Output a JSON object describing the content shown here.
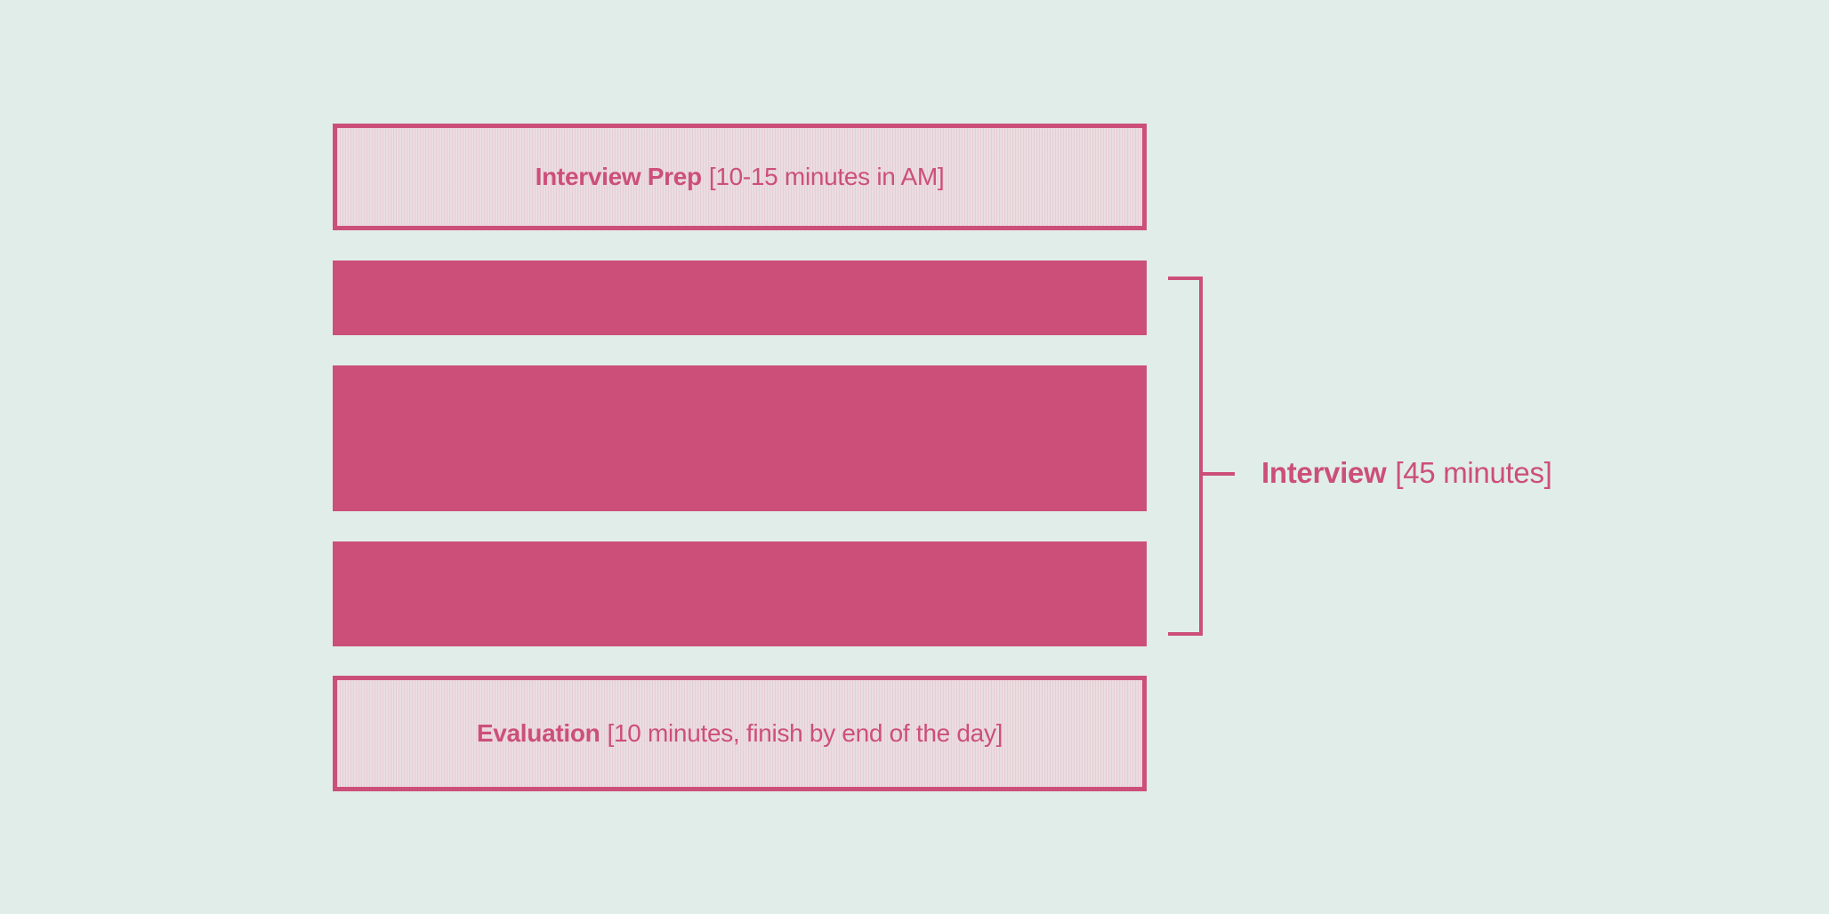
{
  "colors": {
    "background": "#e1ede8",
    "accent": "#cc4f7a",
    "box_fill": "#eadde1"
  },
  "prep": {
    "title": "Interview Prep",
    "detail": "[10-15 minutes in AM]"
  },
  "interview": {
    "title": "Interview",
    "detail": "[45 minutes]",
    "block_count": 3
  },
  "evaluation": {
    "title": "Evaluation",
    "detail": "[10 minutes, finish by end of the day]"
  }
}
